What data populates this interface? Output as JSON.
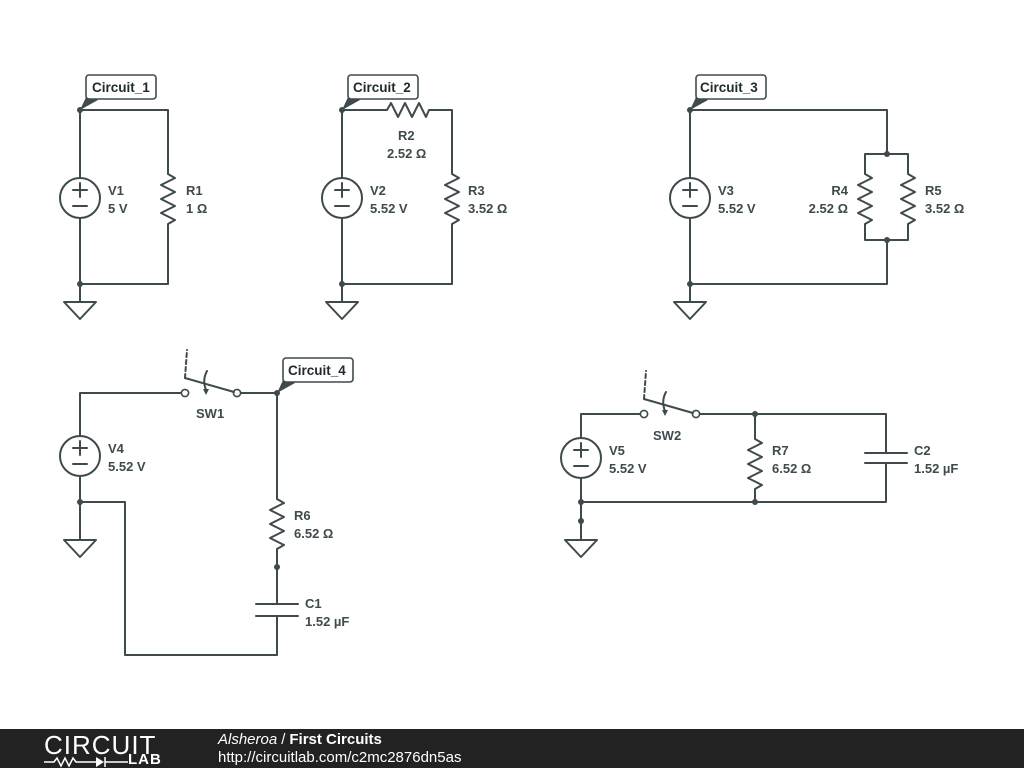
{
  "nets": {
    "circuit_1": "Circuit_1",
    "circuit_2": "Circuit_2",
    "circuit_3": "Circuit_3",
    "circuit_4": "Circuit_4"
  },
  "components": {
    "V1": {
      "name": "V1",
      "value": "5 V"
    },
    "R1": {
      "name": "R1",
      "value": "1 Ω"
    },
    "V2": {
      "name": "V2",
      "value": "5.52 V"
    },
    "R2": {
      "name": "R2",
      "value": "2.52 Ω"
    },
    "R3": {
      "name": "R3",
      "value": "3.52 Ω"
    },
    "V3": {
      "name": "V3",
      "value": "5.52 V"
    },
    "R4": {
      "name": "R4",
      "value": "2.52 Ω"
    },
    "R5": {
      "name": "R5",
      "value": "3.52 Ω"
    },
    "V4": {
      "name": "V4",
      "value": "5.52 V"
    },
    "SW1": {
      "name": "SW1"
    },
    "R6": {
      "name": "R6",
      "value": "6.52 Ω"
    },
    "C1": {
      "name": "C1",
      "value": "1.52 µF"
    },
    "V5": {
      "name": "V5",
      "value": "5.52 V"
    },
    "SW2": {
      "name": "SW2"
    },
    "R7": {
      "name": "R7",
      "value": "6.52 Ω"
    },
    "C2": {
      "name": "C2",
      "value": "1.52 µF"
    }
  },
  "footer": {
    "logo_top": "CIRCUIT",
    "logo_bottom": "LAB",
    "author": "Alsheroa",
    "separator": "/",
    "title": "First Circuits",
    "url": "http://circuitlab.com/c2mc2876dn5as"
  },
  "colors": {
    "wire": "#3f4a4d",
    "footer_bg": "#222222",
    "footer_text": "#ffffff"
  }
}
